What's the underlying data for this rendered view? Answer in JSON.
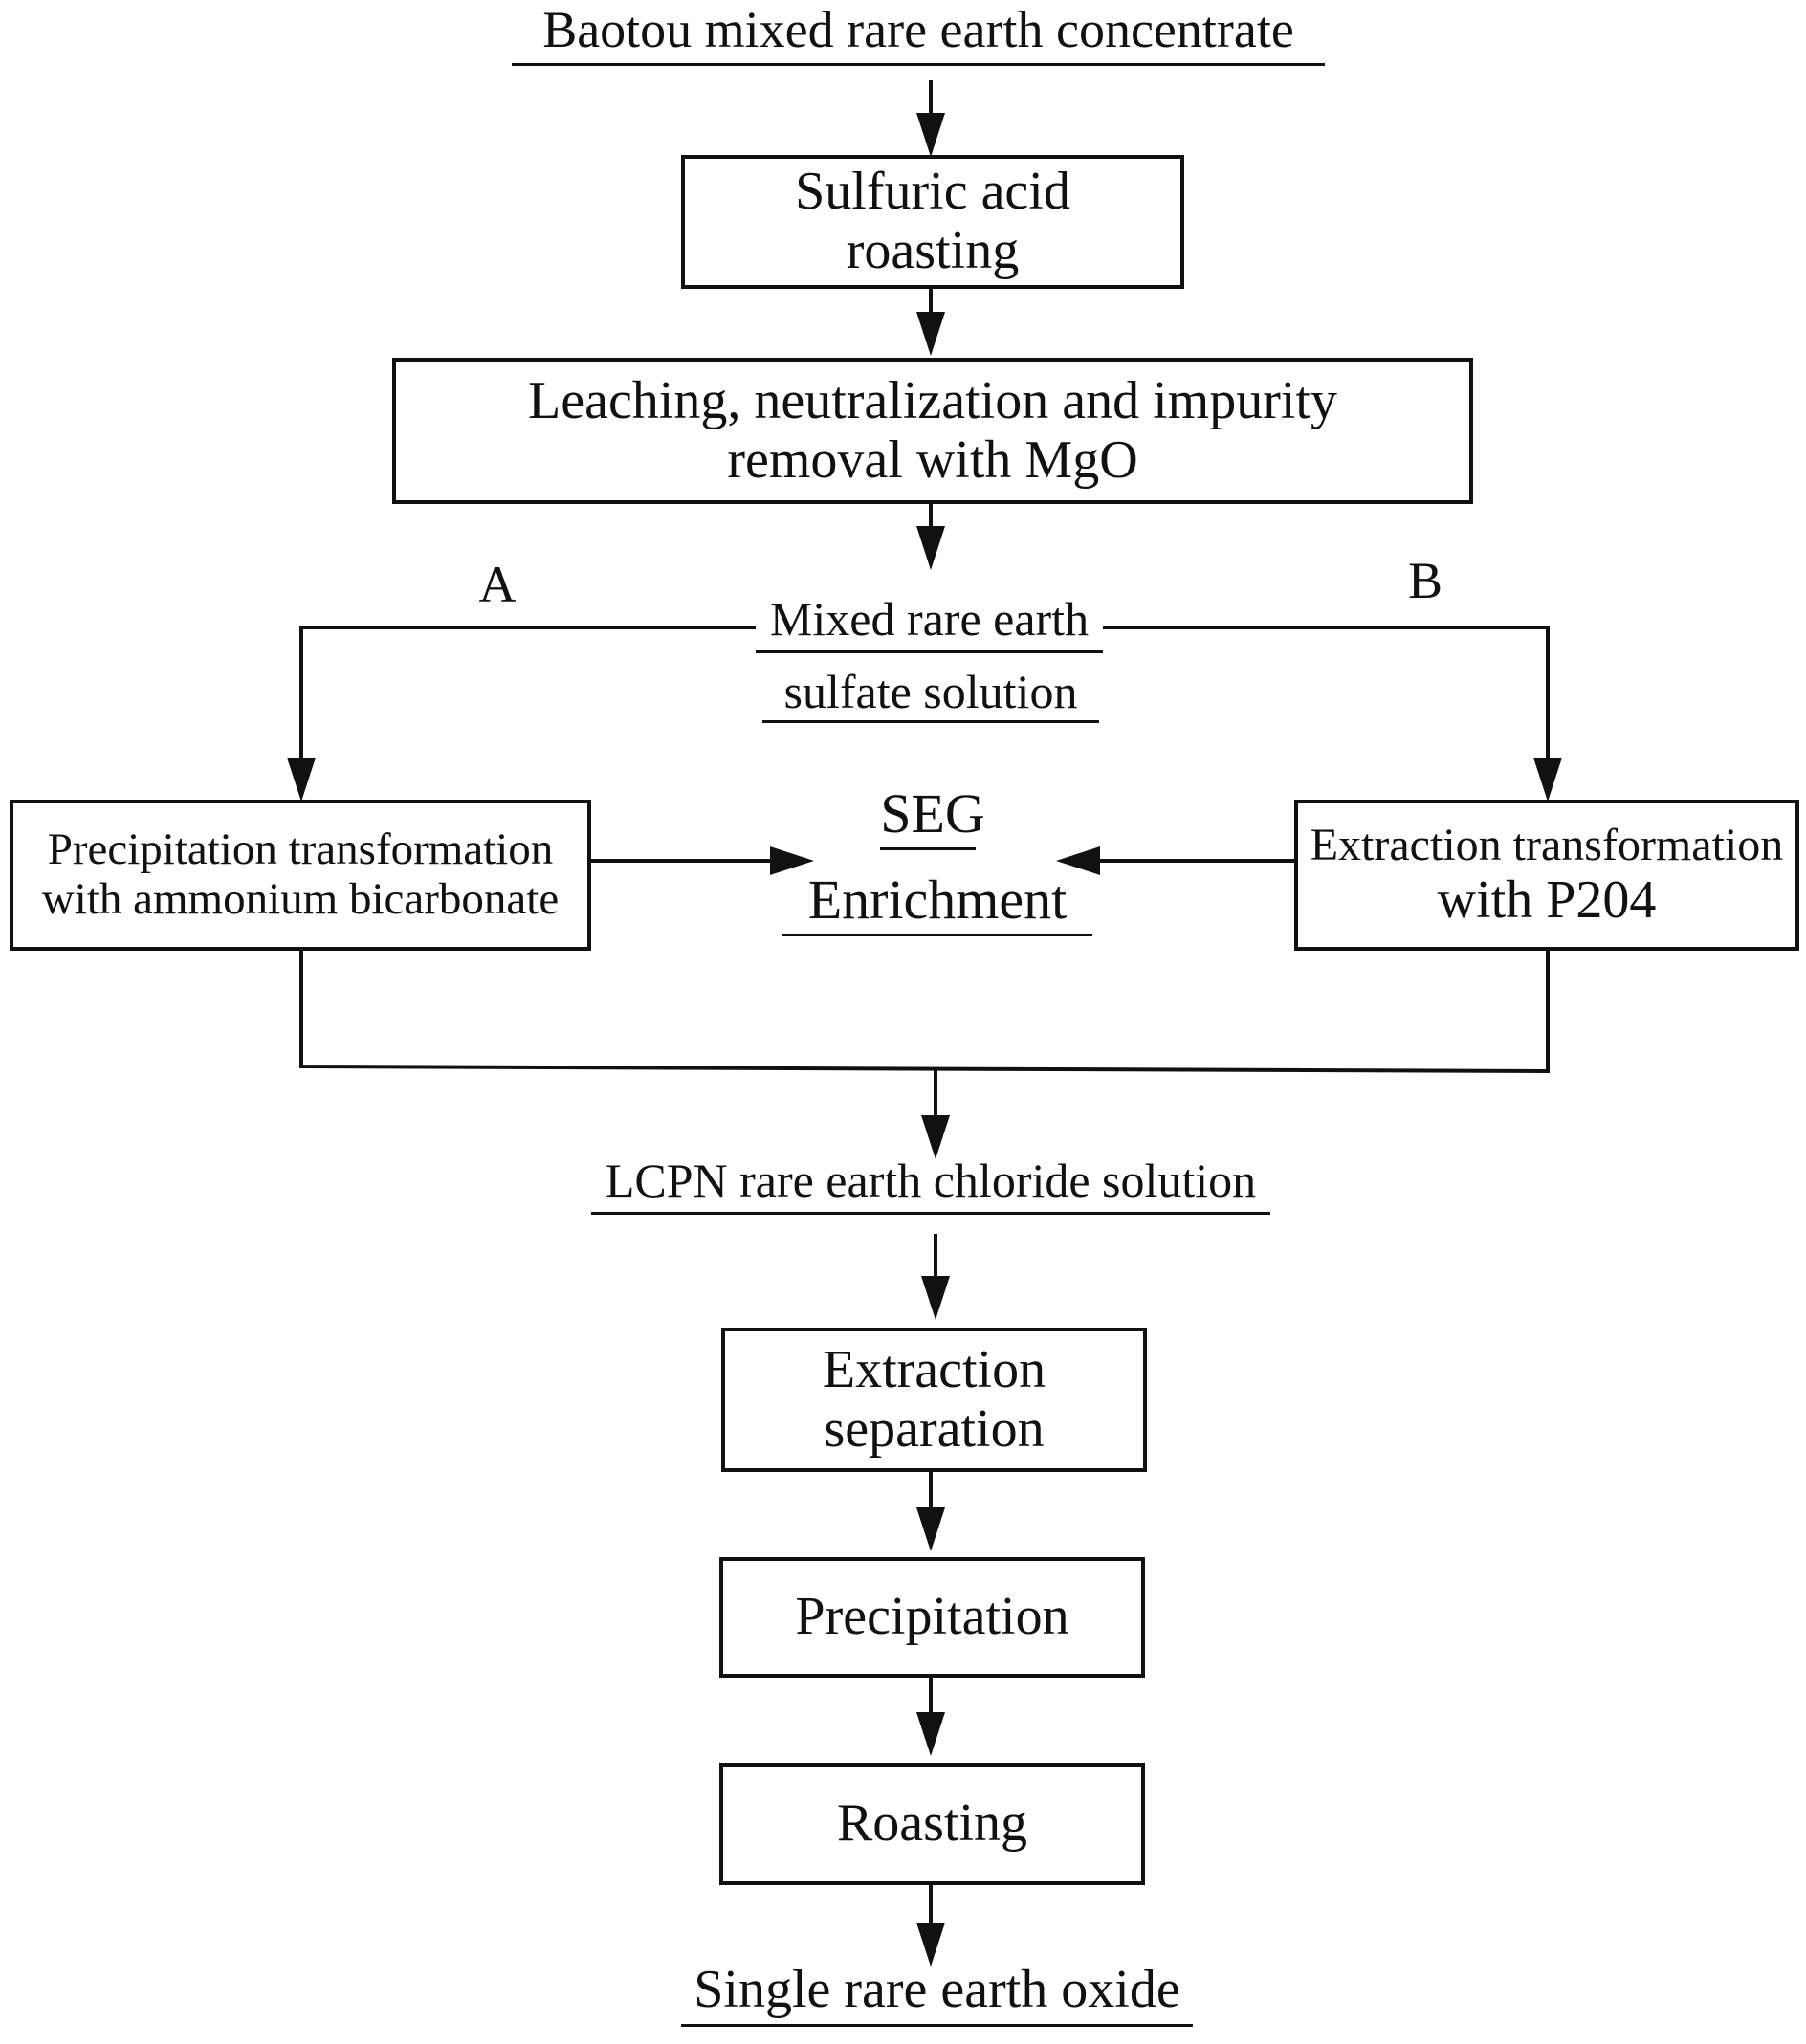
{
  "nodes": {
    "start": "Baotou mixed rare earth concentrate",
    "roasting_acid": {
      "line1": "Sulfuric acid",
      "line2": "roasting"
    },
    "leaching": {
      "line1": "Leaching, neutralization and impurity",
      "line2": "removal with MgO"
    },
    "mixed_solution": {
      "line1": "Mixed rare earth",
      "line2": "sulfate solution"
    },
    "route_a": "A",
    "route_b": "B",
    "precip_transform": {
      "line1": "Precipitation transformation",
      "line2": "with ammonium bicarbonate"
    },
    "seg": {
      "line1": "SEG",
      "line2": "Enrichment"
    },
    "extract_transform": {
      "line1": "Extraction transformation",
      "line2": "with P204"
    },
    "lcpn": "LCPN rare earth chloride solution",
    "extraction_sep": {
      "line1": "Extraction",
      "line2": "separation"
    },
    "precipitation": "Precipitation",
    "roasting": "Roasting",
    "end": "Single rare earth oxide"
  },
  "colors": {
    "line": "#111111",
    "background": "#ffffff"
  }
}
